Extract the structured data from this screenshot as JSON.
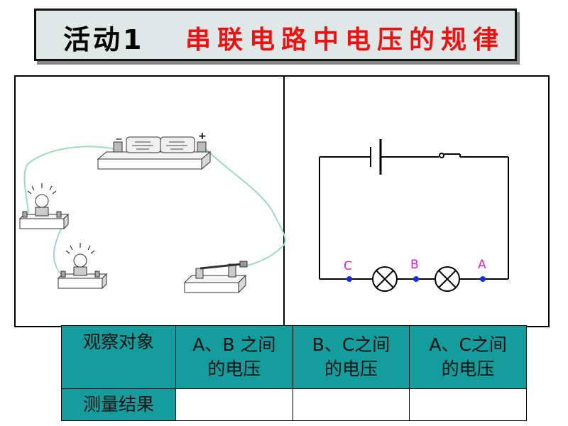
{
  "title": {
    "activity": "活动1",
    "topic": "串联电路中电压的规律"
  },
  "figure": {
    "battery_minus": "−",
    "battery_plus": "+",
    "points": [
      {
        "label": "C",
        "color": "#e020c8"
      },
      {
        "label": "B",
        "color": "#e020c8"
      },
      {
        "label": "A",
        "color": "#e020c8"
      }
    ],
    "node_color": "#1030e0",
    "wire_color": "#99ddbb"
  },
  "table": {
    "header": {
      "row_label": "观察对象",
      "cols": [
        {
          "line1": "A、B 之间",
          "line2": "的电压"
        },
        {
          "line1": "B、C之间",
          "line2": "的电压"
        },
        {
          "line1": "A、C之间",
          "line2": "的电压"
        }
      ]
    },
    "result_row": {
      "row_label": "测量结果",
      "values": [
        "",
        "",
        ""
      ]
    },
    "header_color": "#159c9c"
  }
}
